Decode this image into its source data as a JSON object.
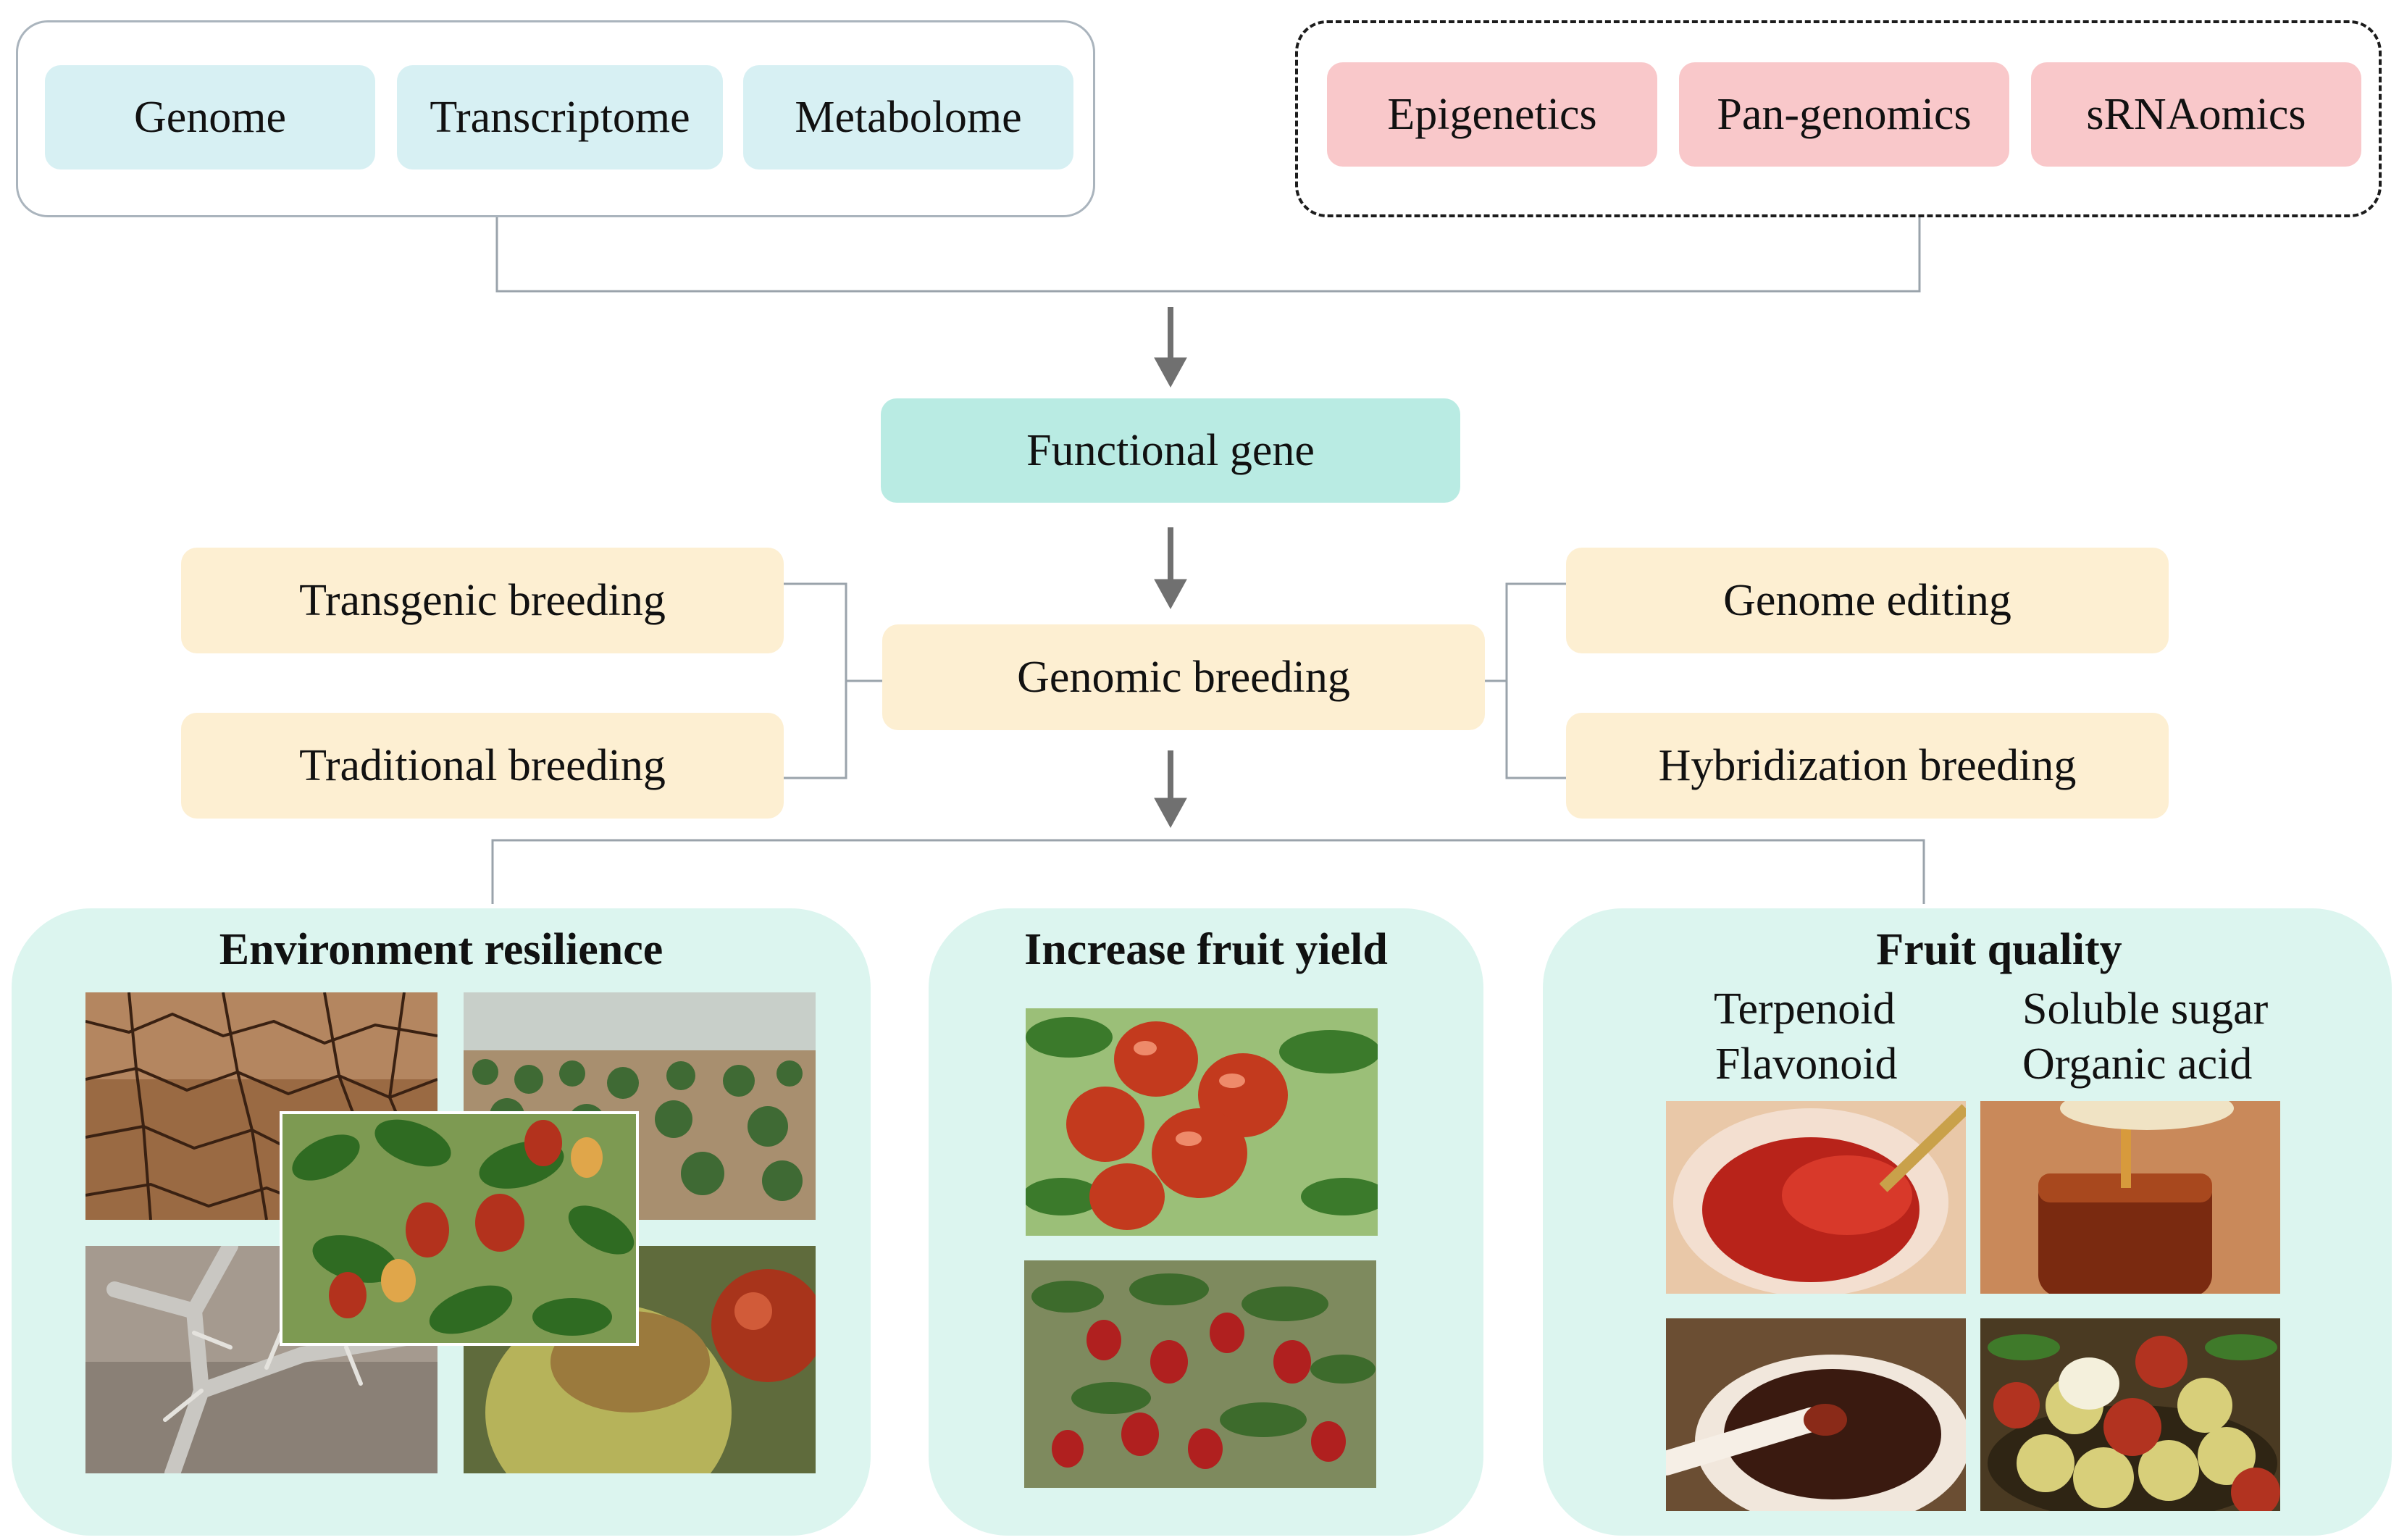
{
  "omics_group": [
    "Genome",
    "Transcriptome",
    "Metabolome"
  ],
  "emerging_group": [
    "Epigenetics",
    "Pan-genomics",
    "sRNAomics"
  ],
  "functional_gene": "Functional gene",
  "breeding": {
    "center": "Genomic breeding",
    "left": [
      "Transgenic breeding",
      "Traditional breeding"
    ],
    "right": [
      "Genome editing",
      "Hybridization breeding"
    ]
  },
  "outcomes": {
    "environment": {
      "title": "Environment resilience"
    },
    "yield": {
      "title": "Increase fruit yield"
    },
    "quality": {
      "title": "Fruit quality",
      "components_left": [
        "Terpenoid",
        "Flavonoid"
      ],
      "components_right": [
        "Soluble sugar",
        "Organic acid"
      ]
    }
  },
  "colors": {
    "omics_fill": "#d7f0f3",
    "emerging_fill": "#f9c8ca",
    "functional_fill": "#b9ebe3",
    "breeding_fill": "#fdefd2",
    "panel_fill": "#dcf5ef",
    "connector": "#9aa3ab",
    "arrow": "#707070"
  }
}
